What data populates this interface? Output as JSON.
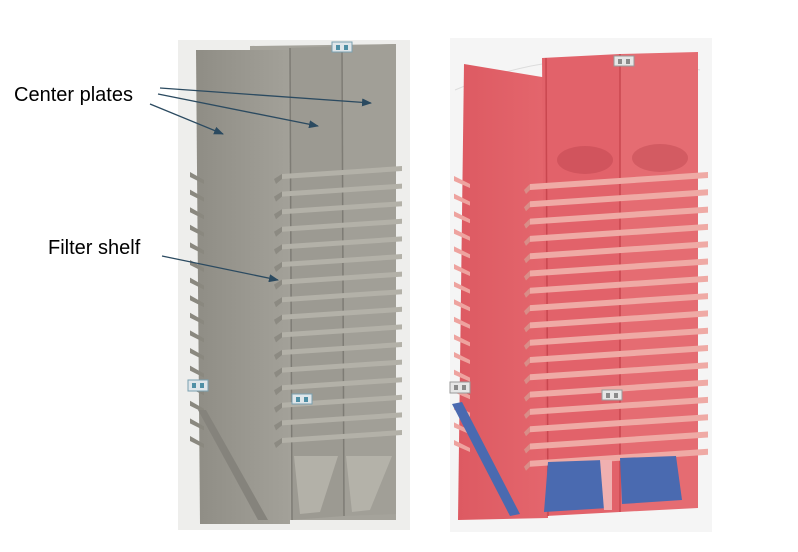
{
  "annotations": {
    "center_plates": "Center plates",
    "filter_shelf": "Filter shelf"
  },
  "panels": [
    {
      "id": "gray-render",
      "plate_color": "#9a9890",
      "shelf_color": "#b3b1a8",
      "background": "#eeeeec"
    },
    {
      "id": "red-render",
      "plate_color": "#e05e65",
      "shelf_color": "#efaaa5",
      "background": "#f5f5f5",
      "brace_color": "#4a6ab0"
    }
  ],
  "colors": {
    "leader": "#2b4a60",
    "text": "#000000"
  }
}
